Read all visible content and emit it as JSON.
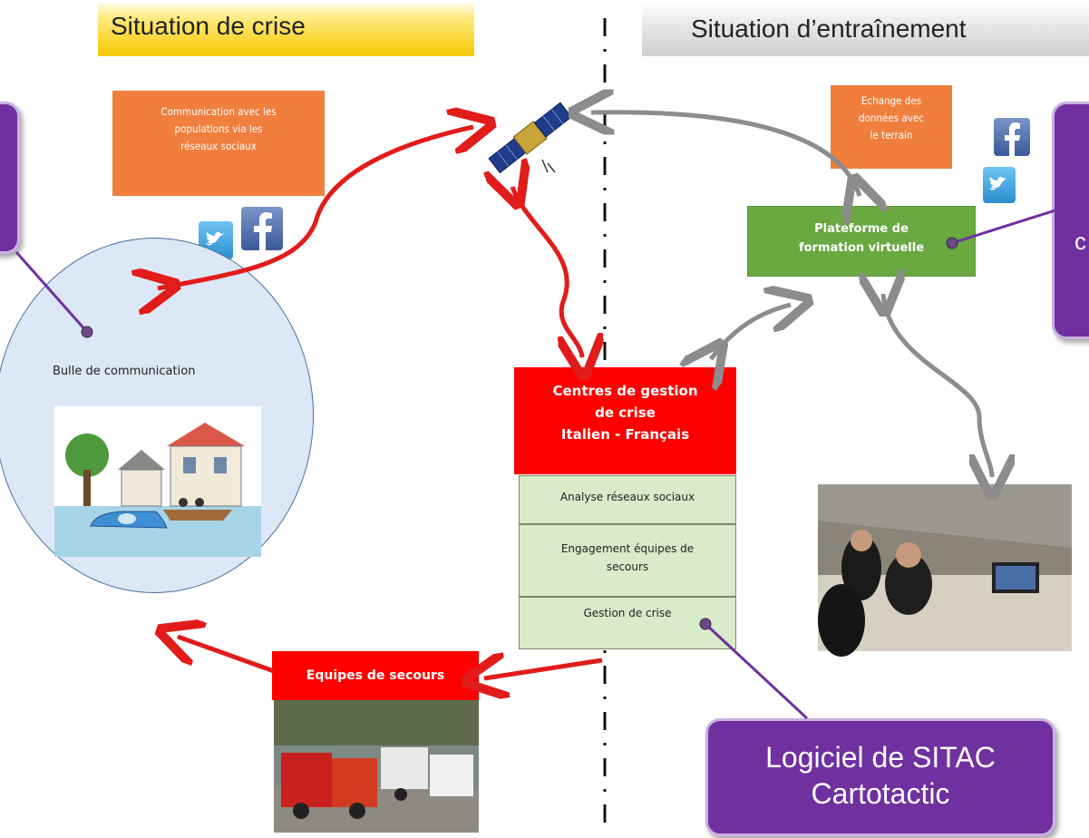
{
  "headers": {
    "crisis": "Situation de crise",
    "training": "Situation d’entraînement"
  },
  "boxes": {
    "communication": [
      "Communication avec les",
      "populations via les",
      "réseaux sociaux"
    ],
    "exchange": [
      "Echange des",
      "données avec",
      "le terrain"
    ],
    "platform": [
      "Plateforme de",
      "formation virtuelle"
    ],
    "centres": [
      "Centres de gestion",
      "de crise",
      "Italien - Français"
    ],
    "tasks": [
      "Analyse réseaux sociaux",
      "Engagement équipes de",
      "secours",
      "Gestion de crise"
    ],
    "rescue": "Equipes de secours",
    "bubble_label": "Bulle de communication"
  },
  "callouts": {
    "sitac": [
      "Logiciel de SITAC",
      "Cartotactic"
    ],
    "right_partial": "c"
  },
  "icons": {
    "twitter": "twitter-icon",
    "facebook": "facebook-icon",
    "satellite": "satellite-icon"
  },
  "colors": {
    "red_arrow": "#e21b1b",
    "grey_arrow": "#8c8c8c",
    "purple": "#7030a0",
    "orange": "#f07f3e",
    "green": "#6aa842",
    "red_box": "#fe0000"
  }
}
